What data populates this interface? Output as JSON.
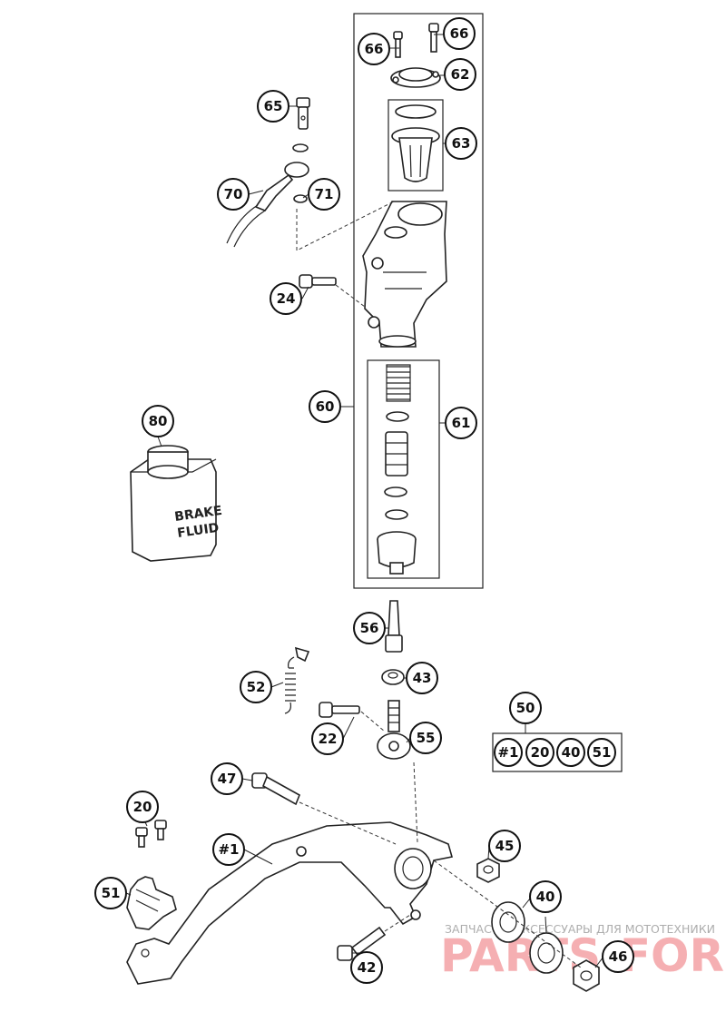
{
  "labels": {
    "c66a": "66",
    "c66b": "66",
    "c62": "62",
    "c63": "63",
    "c65": "65",
    "c70": "70",
    "c71": "71",
    "c24": "24",
    "c60": "60",
    "c61": "61",
    "c80": "80",
    "c56": "56",
    "c52": "52",
    "c43": "43",
    "c22": "22",
    "c55": "55",
    "c50": "50",
    "c47": "47",
    "c20": "20",
    "c1": "#1",
    "c45": "45",
    "c51": "51",
    "c40": "40",
    "c42": "42",
    "c46": "46",
    "k1": "#1",
    "k20": "20",
    "k40": "40",
    "k51": "51"
  },
  "bottle": {
    "line1": "BRAKE",
    "line2": "FLUID"
  },
  "watermark": {
    "caption": "ЗАПЧАСТИ, АКСЕССУАРЫ ДЛЯ МОТОТЕХНИКИ",
    "brand": "PARTS-FOR.RU"
  }
}
